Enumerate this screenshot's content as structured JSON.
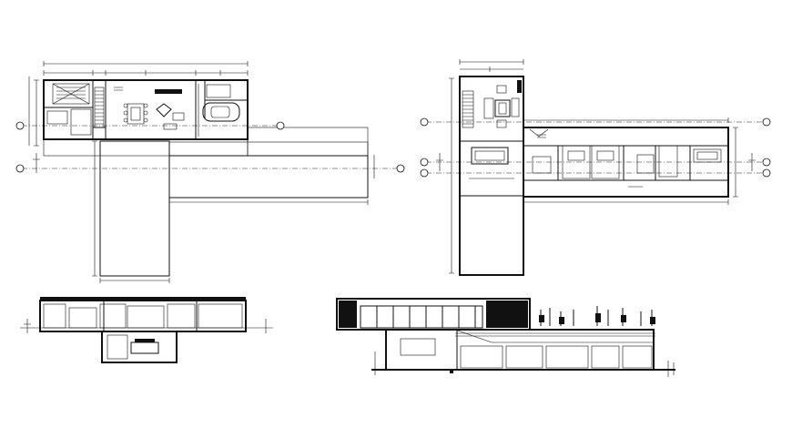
{
  "drawing": {
    "background": "#ffffff",
    "line_color": "#111111",
    "views": [
      {
        "id": "ground-floor-plan",
        "axis_tags": 4
      },
      {
        "id": "upper-floor-plan",
        "axis_tags": 6
      },
      {
        "id": "cross-section",
        "axis_tags": 0
      },
      {
        "id": "front-elevation",
        "axis_tags": 0
      }
    ]
  }
}
